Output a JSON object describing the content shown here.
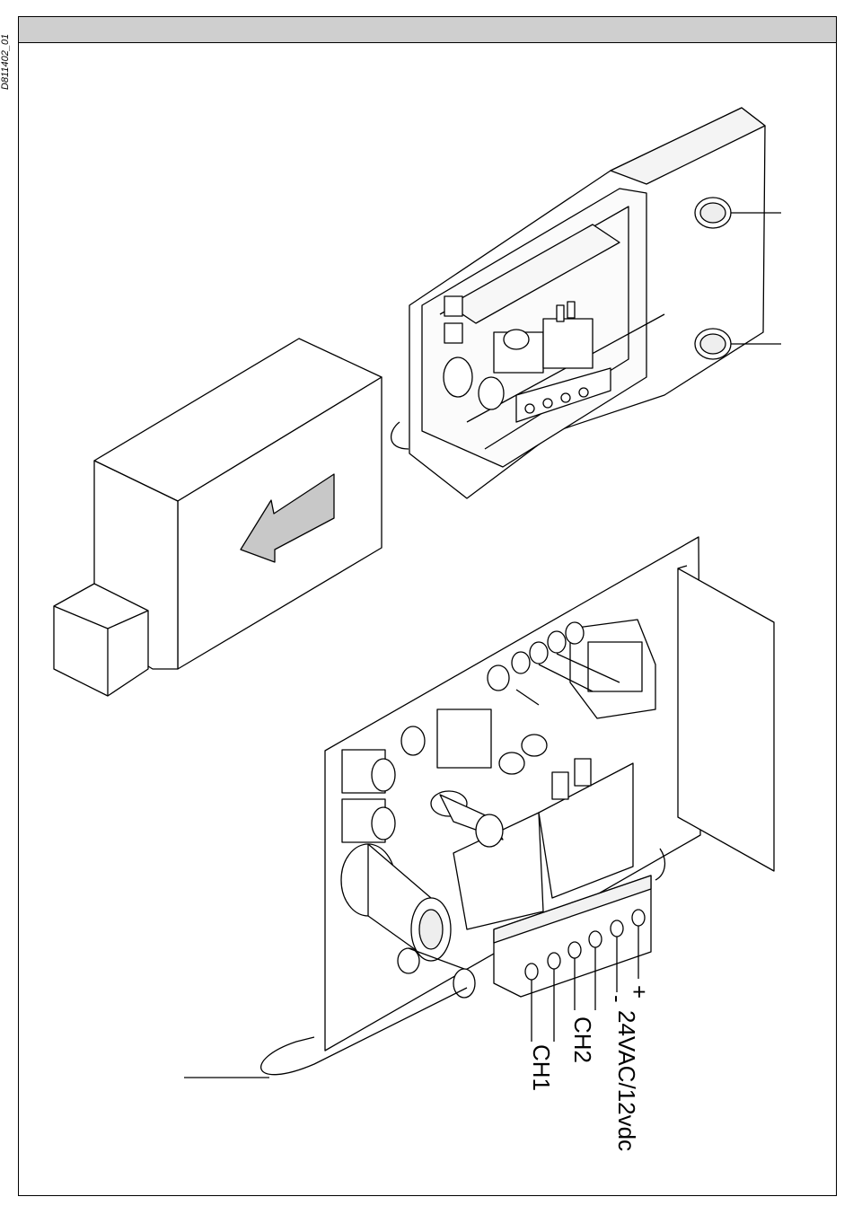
{
  "document": {
    "code": "D811402_01"
  },
  "labels": {
    "plus": "+",
    "minus": "-",
    "power": "24VAC/12vdc",
    "ch2": "CH2",
    "ch1": "CH1"
  },
  "colors": {
    "header_bar": "#cfcfcf",
    "arrow_fill": "#c8c8c8",
    "line": "#000000"
  }
}
